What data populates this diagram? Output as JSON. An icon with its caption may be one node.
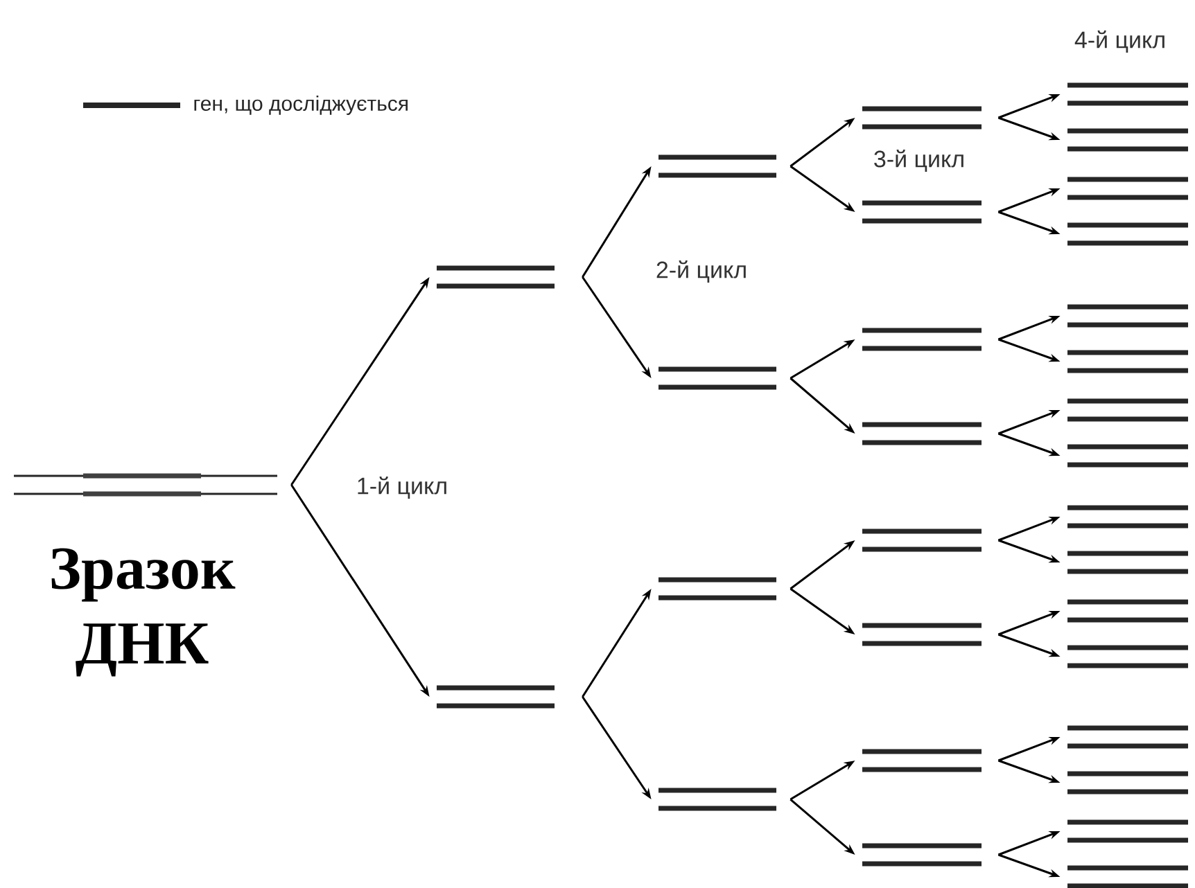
{
  "diagram": {
    "nodes": [
      {
        "text": [],
        "shape": "bar",
        "beside": [
          "Зразок ДНК"
        ]
      },
      {
        "text": [],
        "shape": "bar"
      },
      {
        "text": [],
        "shape": "bar"
      },
      {
        "text": [],
        "shape": "bar"
      },
      {
        "text": [],
        "shape": "bar"
      },
      {
        "text": [],
        "shape": "bar"
      },
      {
        "text": [],
        "shape": "bar"
      },
      {
        "text": [],
        "shape": "bar"
      },
      {
        "text": [],
        "shape": "bar"
      },
      {
        "text": [],
        "shape": "bar"
      },
      {
        "text": [],
        "shape": "bar"
      },
      {
        "text": [],
        "shape": "bar"
      },
      {
        "text": [],
        "shape": "bar"
      },
      {
        "text": [],
        "shape": "bar"
      },
      {
        "text": [],
        "shape": "bar"
      },
      {
        "text": [],
        "shape": "bar"
      },
      {
        "text": [],
        "shape": "bar"
      },
      {
        "text": [],
        "shape": "bar"
      },
      {
        "text": [],
        "shape": "bar"
      },
      {
        "text": [],
        "shape": "bar"
      },
      {
        "text": [],
        "shape": "bar"
      },
      {
        "text": [],
        "shape": "bar"
      },
      {
        "text": [],
        "shape": "bar"
      },
      {
        "text": [],
        "shape": "bar"
      },
      {
        "text": [],
        "shape": "bar"
      },
      {
        "text": [],
        "shape": "bar"
      },
      {
        "text": [],
        "shape": "bar"
      },
      {
        "text": [],
        "shape": "bar"
      },
      {
        "text": [],
        "shape": "bar"
      },
      {
        "text": [],
        "shape": "bar"
      },
      {
        "text": [],
        "shape": "bar"
      }
    ],
    "edges": [
      {
        "from": 0,
        "to": 1,
        "arrow": "to"
      },
      {
        "from": 0,
        "to": 2,
        "arrow": "to"
      },
      {
        "from": 1,
        "to": 3,
        "arrow": "to"
      },
      {
        "from": 1,
        "to": 4,
        "arrow": "to"
      },
      {
        "from": 2,
        "to": 5,
        "arrow": "to"
      },
      {
        "from": 2,
        "to": 6,
        "arrow": "to"
      },
      {
        "from": 3,
        "to": 7,
        "arrow": "to"
      },
      {
        "from": 3,
        "to": 8,
        "arrow": "to"
      },
      {
        "from": 4,
        "to": 9,
        "arrow": "to"
      },
      {
        "from": 4,
        "to": 10,
        "arrow": "to"
      },
      {
        "from": 5,
        "to": 11,
        "arrow": "to"
      },
      {
        "from": 5,
        "to": 12,
        "arrow": "to"
      },
      {
        "from": 6,
        "to": 13,
        "arrow": "to"
      },
      {
        "from": 6,
        "to": 14,
        "arrow": "to"
      },
      {
        "from": 7,
        "to": 15,
        "arrow": "to"
      },
      {
        "from": 7,
        "to": 16,
        "arrow": "to"
      },
      {
        "from": 8,
        "to": 17,
        "arrow": "to"
      },
      {
        "from": 8,
        "to": 18,
        "arrow": "to"
      },
      {
        "from": 9,
        "to": 19,
        "arrow": "to"
      },
      {
        "from": 9,
        "to": 20,
        "arrow": "to"
      },
      {
        "from": 10,
        "to": 21,
        "arrow": "to"
      },
      {
        "from": 10,
        "to": 22,
        "arrow": "to"
      },
      {
        "from": 11,
        "to": 23,
        "arrow": "to"
      },
      {
        "from": 11,
        "to": 24,
        "arrow": "to"
      },
      {
        "from": 12,
        "to": 25,
        "arrow": "to"
      },
      {
        "from": 12,
        "to": 26,
        "arrow": "to"
      },
      {
        "from": 13,
        "to": 27,
        "arrow": "to"
      },
      {
        "from": 13,
        "to": 28,
        "arrow": "to"
      },
      {
        "from": 14,
        "to": 29,
        "arrow": "to"
      },
      {
        "from": 14,
        "to": 30,
        "arrow": "to"
      }
    ],
    "labels": [
      "4-й цикл",
      "3-й цикл",
      "2-й цикл",
      "1-й цикл"
    ],
    "legend": [
      {
        "text": "ген, що досліджується"
      }
    ]
  }
}
